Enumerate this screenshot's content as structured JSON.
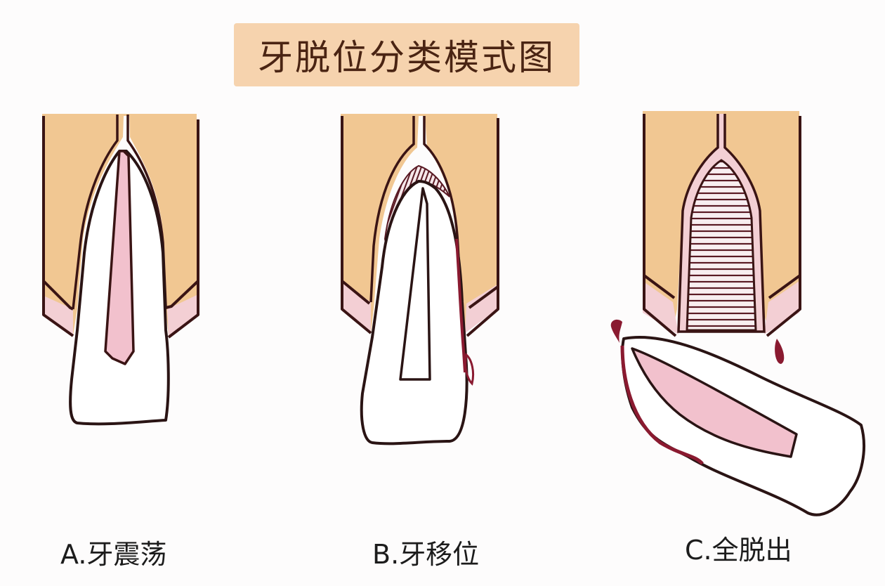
{
  "title": "牙脱位分类模式图",
  "colors": {
    "bone": "#f1c792",
    "bone_light": "#f6d6ae",
    "gum": "#f3cfd4",
    "pulp": "#f2c1cd",
    "outline": "#3a1414",
    "blood": "#8a1a30",
    "title_bg": "#f6d3ae",
    "background": "#fdfcfc"
  },
  "panels": [
    {
      "id": "a",
      "label": "A.牙震荡",
      "meaning": "concussion"
    },
    {
      "id": "b",
      "label": "B.牙移位",
      "meaning": "luxation"
    },
    {
      "id": "c",
      "label": "C.全脱出",
      "meaning": "avulsion"
    }
  ]
}
